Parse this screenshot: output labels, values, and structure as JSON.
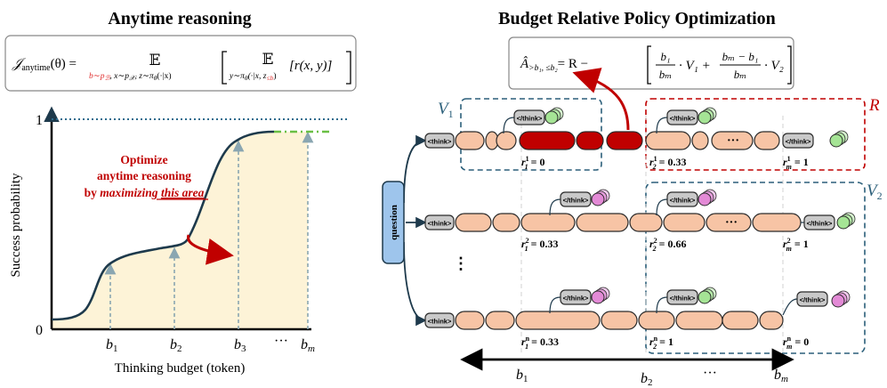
{
  "left_panel": {
    "title": "Anytime reasoning",
    "formula": {
      "lhs": "𝒥",
      "lhs_sub": "anytime",
      "lhs_arg": "(θ) =",
      "outer_E": "𝔼",
      "outer_sub_red": "b∼p",
      "outer_sub_red_sub": "ℬ",
      "outer_sub_rest": ", x∼p",
      "outer_sub_rest_sub": "𝒳",
      "outer_sub_tail": ", z∼π",
      "outer_sub_tail_sub": "θ",
      "outer_sub_end": "(·|x)",
      "inner_E": "𝔼",
      "inner_sub": "y∼π",
      "inner_sub_sub": "θ",
      "inner_sub_mid": "(·|x, z",
      "inner_sub_red": "≤b",
      "inner_sub_end": ")",
      "reward": "[r(x, y)]"
    },
    "y_axis_label": "Success probability",
    "x_axis_label": "Thinking budget (token)",
    "y_tick_top": "1",
    "y_tick_bottom": "0",
    "budgets": [
      "b",
      "b",
      "b",
      "b"
    ],
    "budget_subs": [
      "1",
      "2",
      "3",
      "m"
    ],
    "ellipsis": "···",
    "annotation": {
      "line1": "Optimize",
      "line2": "anytime reasoning",
      "line3_prefix": "by ",
      "line3_italic": "maximizing",
      "line3_space": " ",
      "line3_underline": "this area"
    },
    "colors": {
      "area_fill": "#fdf3d7",
      "curve": "#1e3a4c",
      "annotation_red": "#c00000",
      "dotted_top": "#2a6b8e",
      "dashed_green": "#6abf45"
    }
  },
  "right_panel": {
    "title": "Budget Relative Policy Optimization",
    "formula": {
      "lhs": "Â",
      "lhs_sub": ">b₁, ≤b₂",
      "eq": "= R −",
      "frac1_num": "b₁",
      "frac1_den": "bₘ",
      "mid": "· V₁ +",
      "frac2_num": "bₘ − b₁",
      "frac2_den": "bₘ",
      "end": "· V₂"
    },
    "question_label": "question",
    "think_open": "<think>",
    "think_close": "</think>",
    "region_labels": {
      "v1": "V",
      "v1_sub": "1",
      "r": "R",
      "v2": "V",
      "v2_sub": "2"
    },
    "row_rewards": [
      [
        {
          "r": "r",
          "sup": "1",
          "sub": "1",
          "val": "= 0"
        },
        {
          "r": "r",
          "sup": "1",
          "sub": "2",
          "val": "= 0.33"
        },
        {
          "r": "r",
          "sup": "1",
          "sub": "m",
          "val": "= 1"
        }
      ],
      [
        {
          "r": "r",
          "sup": "2",
          "sub": "1",
          "val": "= 0.33"
        },
        {
          "r": "r",
          "sup": "2",
          "sub": "2",
          "val": "= 0.66"
        },
        {
          "r": "r",
          "sup": "2",
          "sub": "m",
          "val": "= 1"
        }
      ],
      [
        {
          "r": "r",
          "sup": "n",
          "sub": "1",
          "val": "= 0.33"
        },
        {
          "r": "r",
          "sup": "n",
          "sub": "2",
          "val": "= 1"
        },
        {
          "r": "r",
          "sup": "n",
          "sub": "m",
          "val": "= 0"
        }
      ]
    ],
    "vertical_dots": "⋮",
    "ellipsis": "···",
    "budgets": [
      "b",
      "b",
      "b"
    ],
    "budget_subs": [
      "1",
      "2",
      "m"
    ],
    "colors": {
      "token_fill": "#f7c4a5",
      "token_stroke": "#2b2b2b",
      "token_highlight": "#c00000",
      "question_fill": "#9ec5ec",
      "think_fill": "#c9c9c9",
      "answer_pink": "#e38ad6",
      "answer_green": "#a5e495",
      "v_box": "#2b5f7a",
      "r_box": "#c00000"
    }
  }
}
